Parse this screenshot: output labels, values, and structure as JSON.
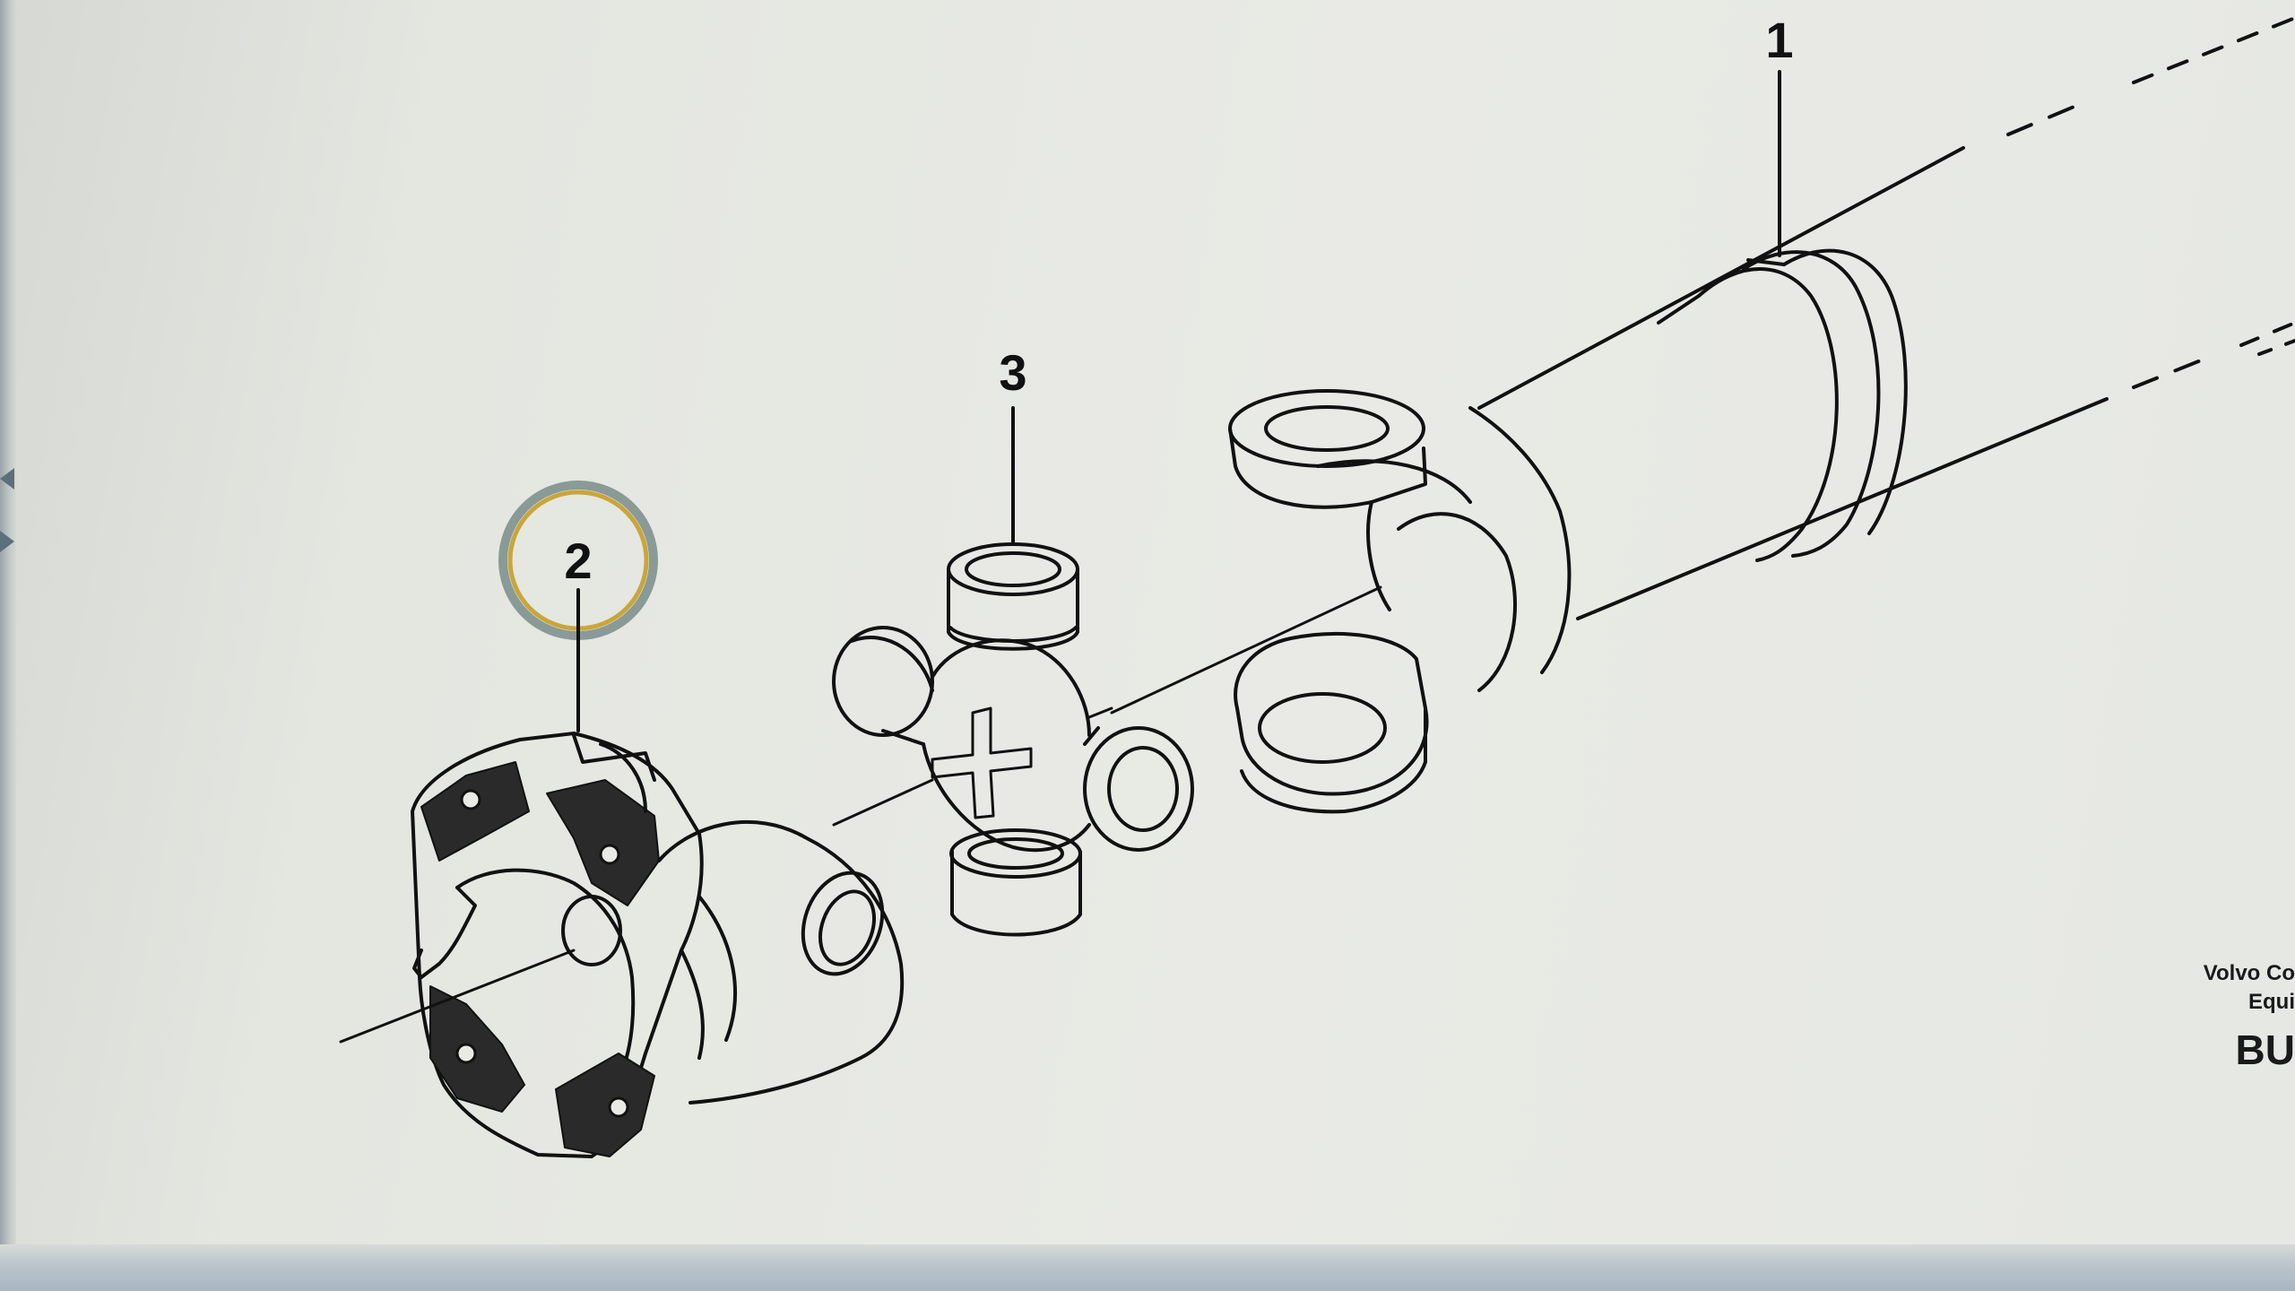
{
  "diagram": {
    "callouts": [
      {
        "id": "1",
        "label": "1"
      },
      {
        "id": "2",
        "label": "2",
        "highlighted": true
      },
      {
        "id": "3",
        "label": "3"
      }
    ],
    "highlight_color": "#c9a63a",
    "ring_color": "#8a9a96"
  },
  "brand": {
    "line1": "Volvo Co",
    "line2": "Equi",
    "line3": "BU"
  },
  "navigation": {
    "prev_icon": "chevron-left-icon",
    "next_icon": "chevron-right-icon"
  }
}
